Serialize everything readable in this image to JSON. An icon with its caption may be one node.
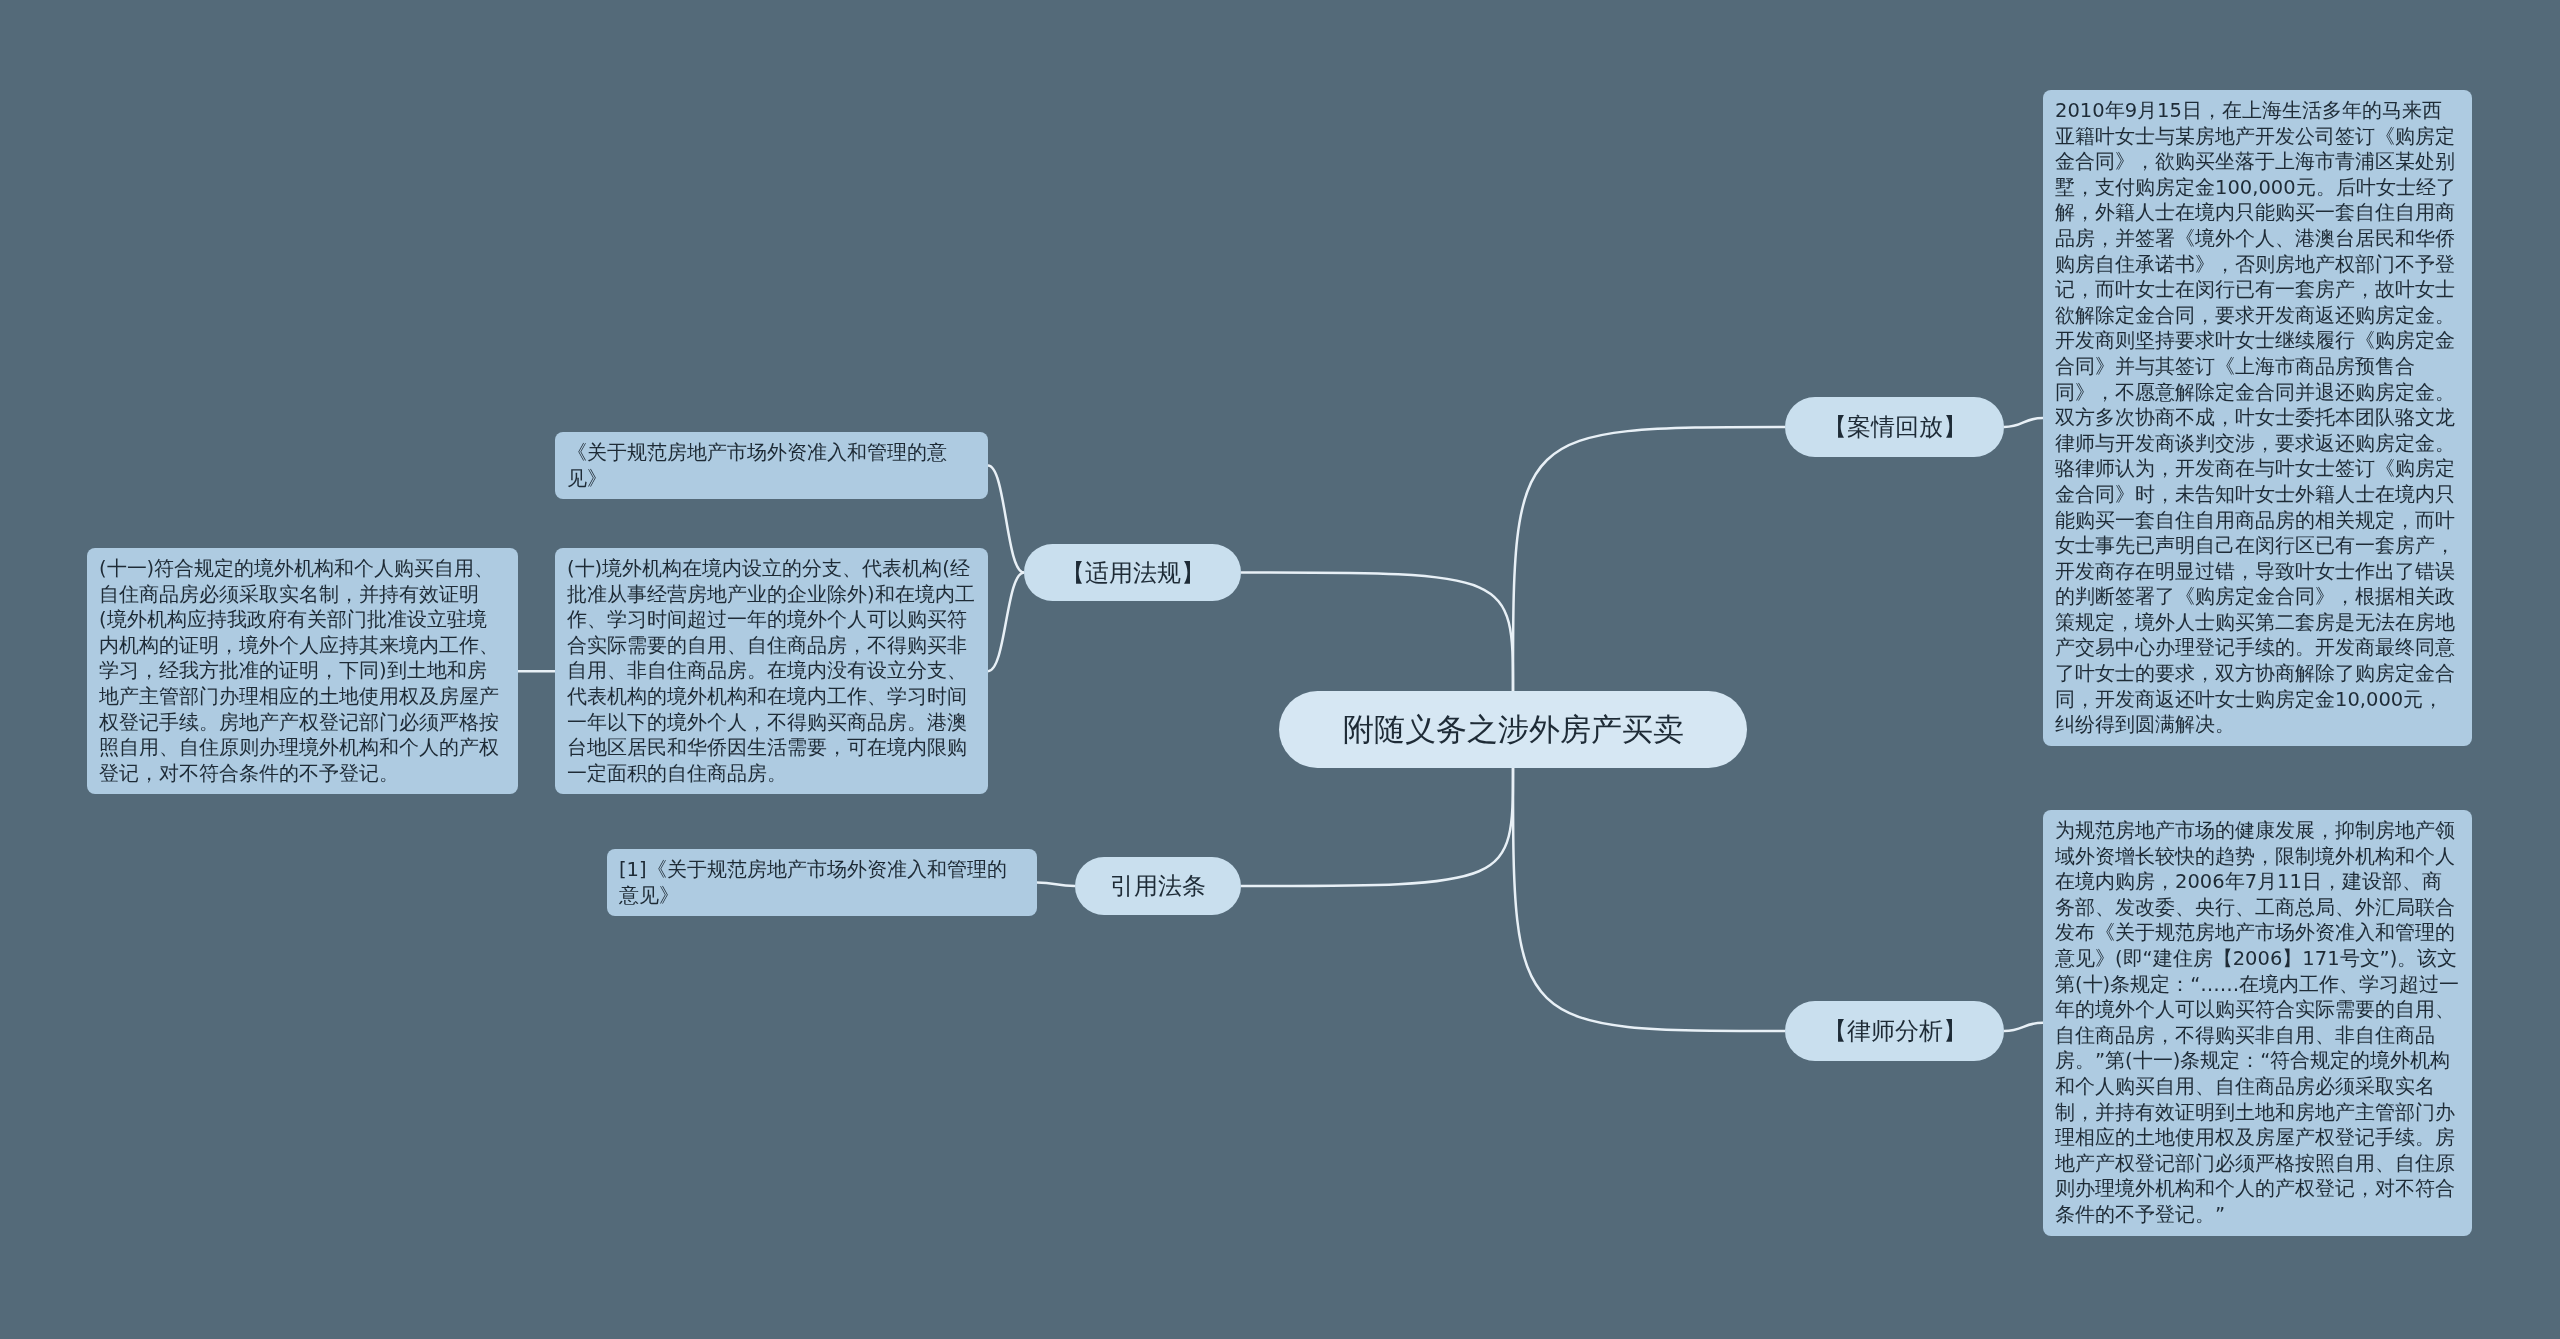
{
  "diagram": {
    "nodes": [
      {
        "text": [
          "附随义务之涉外房产买卖"
        ]
      },
      {
        "text": [
          "【适用法规】"
        ]
      },
      {
        "text": [
          "《关于规范房地产市场外资准入和管理的意见》"
        ]
      },
      {
        "text": [
          "(十)境外机构在境内设立的分支、代表机构(经批准从事经营房地产业的企业除外)和在境内工作、学习时间超过一年的境外个人可以购买符合实际需要的自用、自住商品房，不得购买非自用、非自住商品房。在境内没有设立分支、代表机构的境外机构和在境内工作、学习时间一年以下的境外个人，不得购买商品房。港澳台地区居民和华侨因生活需要，可在境内限购一定面积的自住商品房。"
        ]
      },
      {
        "text": [
          "(十一)符合规定的境外机构和个人购买自用、自住商品房必须采取实名制，并持有效证明(境外机构应持我政府有关部门批准设立驻境内机构的证明，境外个人应持其来境内工作、学习，经我方批准的证明，下同)到土地和房地产主管部门办理相应的土地使用权及房屋产权登记手续。房地产产权登记部门必须严格按照自用、自住原则办理境外机构和个人的产权登记，对不符合条件的不予登记。"
        ]
      },
      {
        "text": [
          "引用法条"
        ]
      },
      {
        "text": [
          "[1]《关于规范房地产市场外资准入和管理的意见》"
        ]
      },
      {
        "text": [
          "【案情回放】"
        ]
      },
      {
        "text": [
          "2010年9月15日，在上海生活多年的马来西亚籍叶女士与某房地产开发公司签订《购房定金合同》，欲购买坐落于上海市青浦区某处别墅，支付购房定金100,000元。后叶女士经了解，外籍人士在境内只能购买一套自住自用商品房，并签署《境外个人、港澳台居民和华侨购房自住承诺书》，否则房地产权部门不予登记，而叶女士在闵行已有一套房产，故叶女士欲解除定金合同，要求开发商返还购房定金。开发商则坚持要求叶女士继续履行《购房定金合同》并与其签订《上海市商品房预售合同》，不愿意解除定金合同并退还购房定金。双方多次协商不成，叶女士委托本团队骆文龙律师与开发商谈判交涉，要求返还购房定金。骆律师认为，开发商在与叶女士签订《购房定金合同》时，未告知叶女士外籍人士在境内只能购买一套自住自用商品房的相关规定，而叶女士事先已声明自己在闵行区已有一套房产，开发商存在明显过错，导致叶女士作出了错误的判断签署了《购房定金合同》，根据相关政策规定，境外人士购买第二套房是无法在房地产交易中心办理登记手续的。开发商最终同意了叶女士的要求，双方协商解除了购房定金合同，开发商返还叶女士购房定金10,000元，纠纷得到圆满解决。"
        ]
      },
      {
        "text": [
          "【律师分析】"
        ]
      },
      {
        "text": [
          "为规范房地产市场的健康发展，抑制房地产领域外资增长较快的趋势，限制境外机构和个人在境内购房，2006年7月11日，建设部、商务部、发改委、央行、工商总局、外汇局联合发布《关于规范房地产市场外资准入和管理的意见》(即“建住房【2006】171号文”)。该文第(十)条规定：“……在境内工作、学习超过一年的境外个人可以购买符合实际需要的自用、自住商品房，不得购买非自用、非自住商品房。”第(十一)条规定：“符合规定的境外机构和个人购买自用、自住商品房必须采取实名制，并持有效证明到土地和房地产主管部门办理相应的土地使用权及房屋产权登记手续。房地产产权登记部门必须严格按照自用、自住原则办理境外机构和个人的产权登记，对不符合条件的不予登记。”"
        ]
      }
    ],
    "edges": [
      {
        "from": 0,
        "to": 1,
        "arrow": "none"
      },
      {
        "from": 1,
        "to": 2,
        "arrow": "none"
      },
      {
        "from": 1,
        "to": 3,
        "arrow": "none"
      },
      {
        "from": 3,
        "to": 4,
        "arrow": "none"
      },
      {
        "from": 0,
        "to": 5,
        "arrow": "none"
      },
      {
        "from": 5,
        "to": 6,
        "arrow": "none"
      },
      {
        "from": 0,
        "to": 7,
        "arrow": "none"
      },
      {
        "from": 7,
        "to": 8,
        "arrow": "none"
      },
      {
        "from": 0,
        "to": 9,
        "arrow": "none"
      },
      {
        "from": 9,
        "to": 10,
        "arrow": "none"
      }
    ]
  }
}
